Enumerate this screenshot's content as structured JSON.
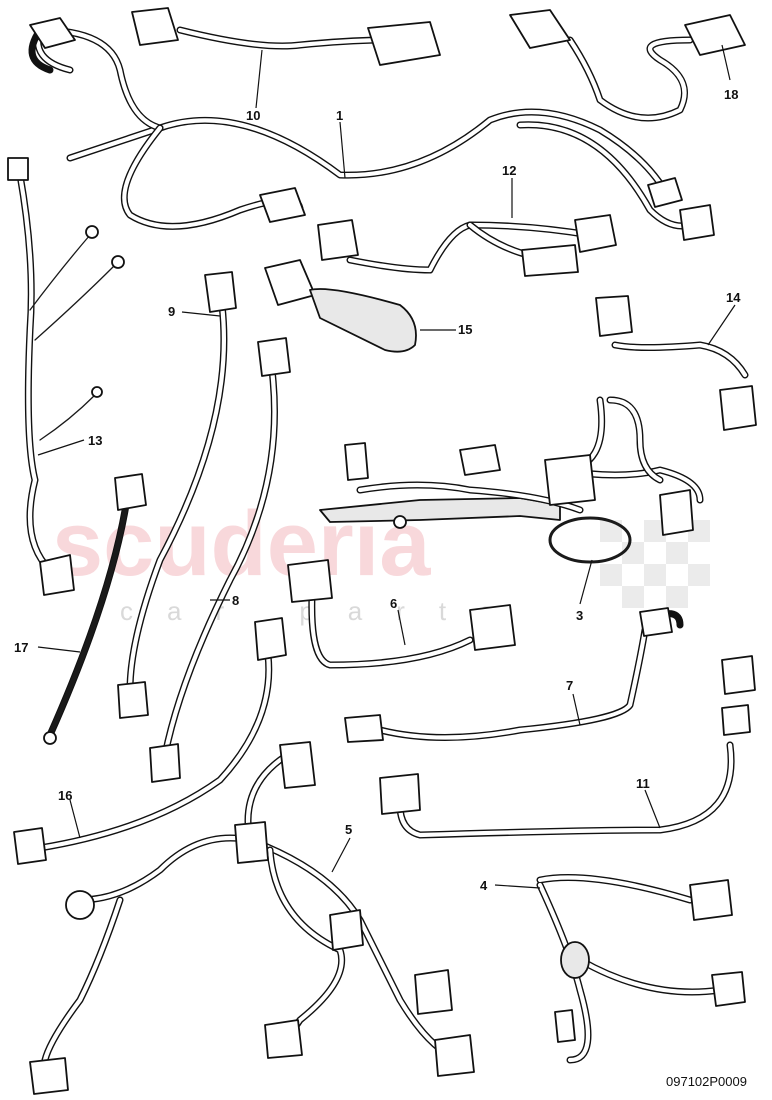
{
  "diagram": {
    "part_number": "097102P0009",
    "watermark": {
      "brand": "scuderia",
      "sub": "car parts"
    },
    "callouts": [
      "1",
      "3",
      "4",
      "5",
      "6",
      "7",
      "8",
      "9",
      "10",
      "11",
      "12",
      "13",
      "14",
      "15",
      "16",
      "17",
      "18"
    ]
  }
}
